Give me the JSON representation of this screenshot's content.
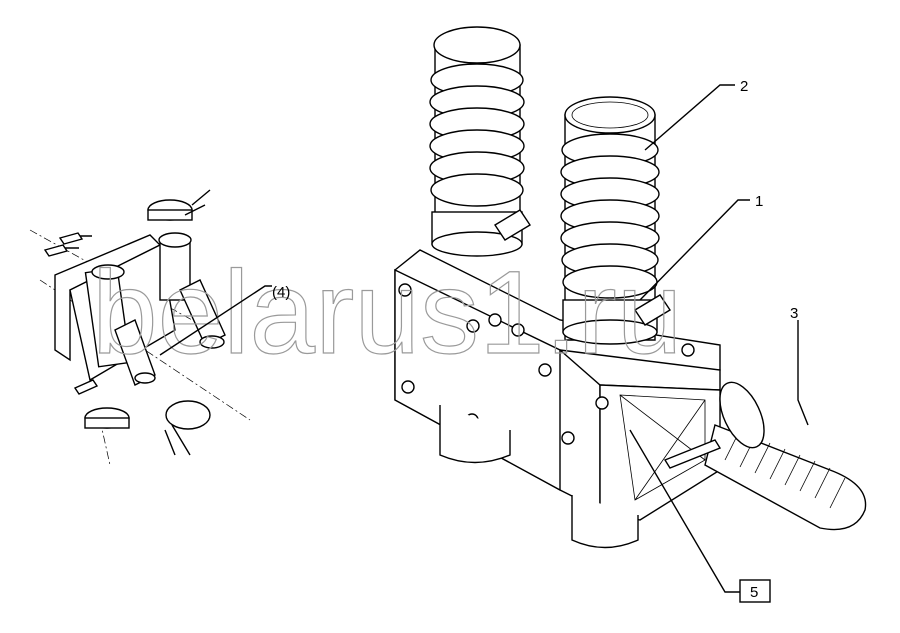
{
  "diagram": {
    "callouts": [
      {
        "id": "2",
        "label": "2"
      },
      {
        "id": "1",
        "label": "1"
      },
      {
        "id": "3",
        "label": "3"
      },
      {
        "id": "4",
        "label": "(4)"
      },
      {
        "id": "5",
        "label": "5"
      }
    ],
    "watermark": "belarus1.ru"
  }
}
